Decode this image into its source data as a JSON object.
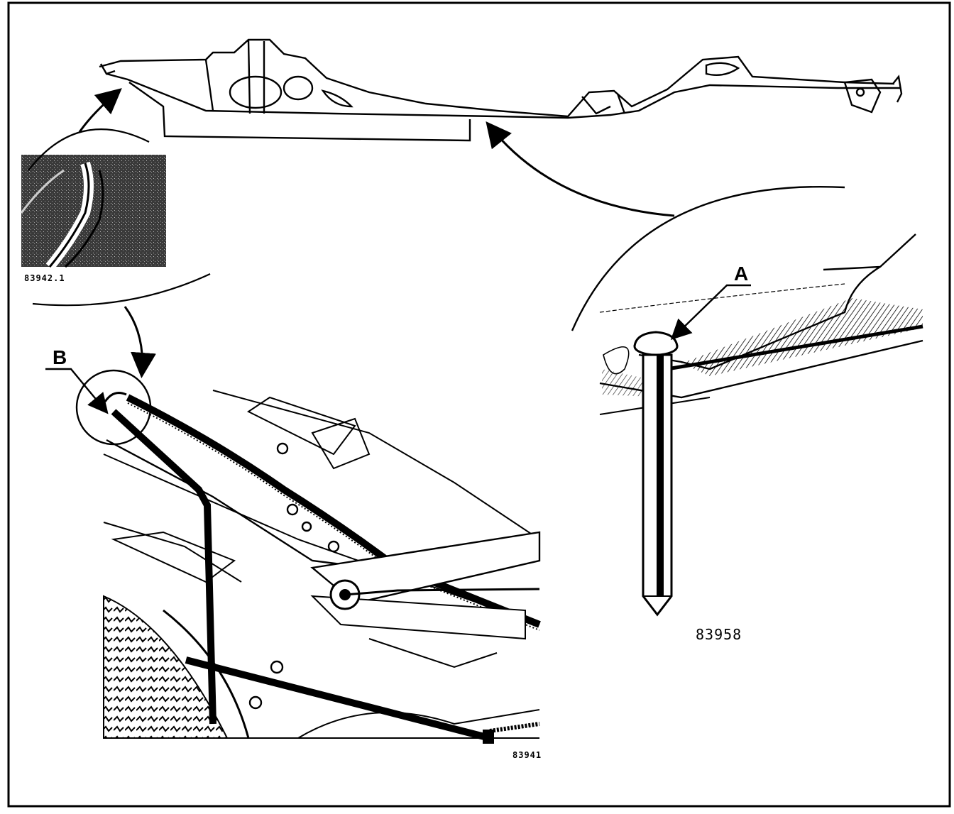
{
  "figure": {
    "callouts": {
      "a": "A",
      "b": "B"
    },
    "references": {
      "inset_photo": "83942.1",
      "main_view": "83941",
      "pin_detail": "83958"
    }
  }
}
